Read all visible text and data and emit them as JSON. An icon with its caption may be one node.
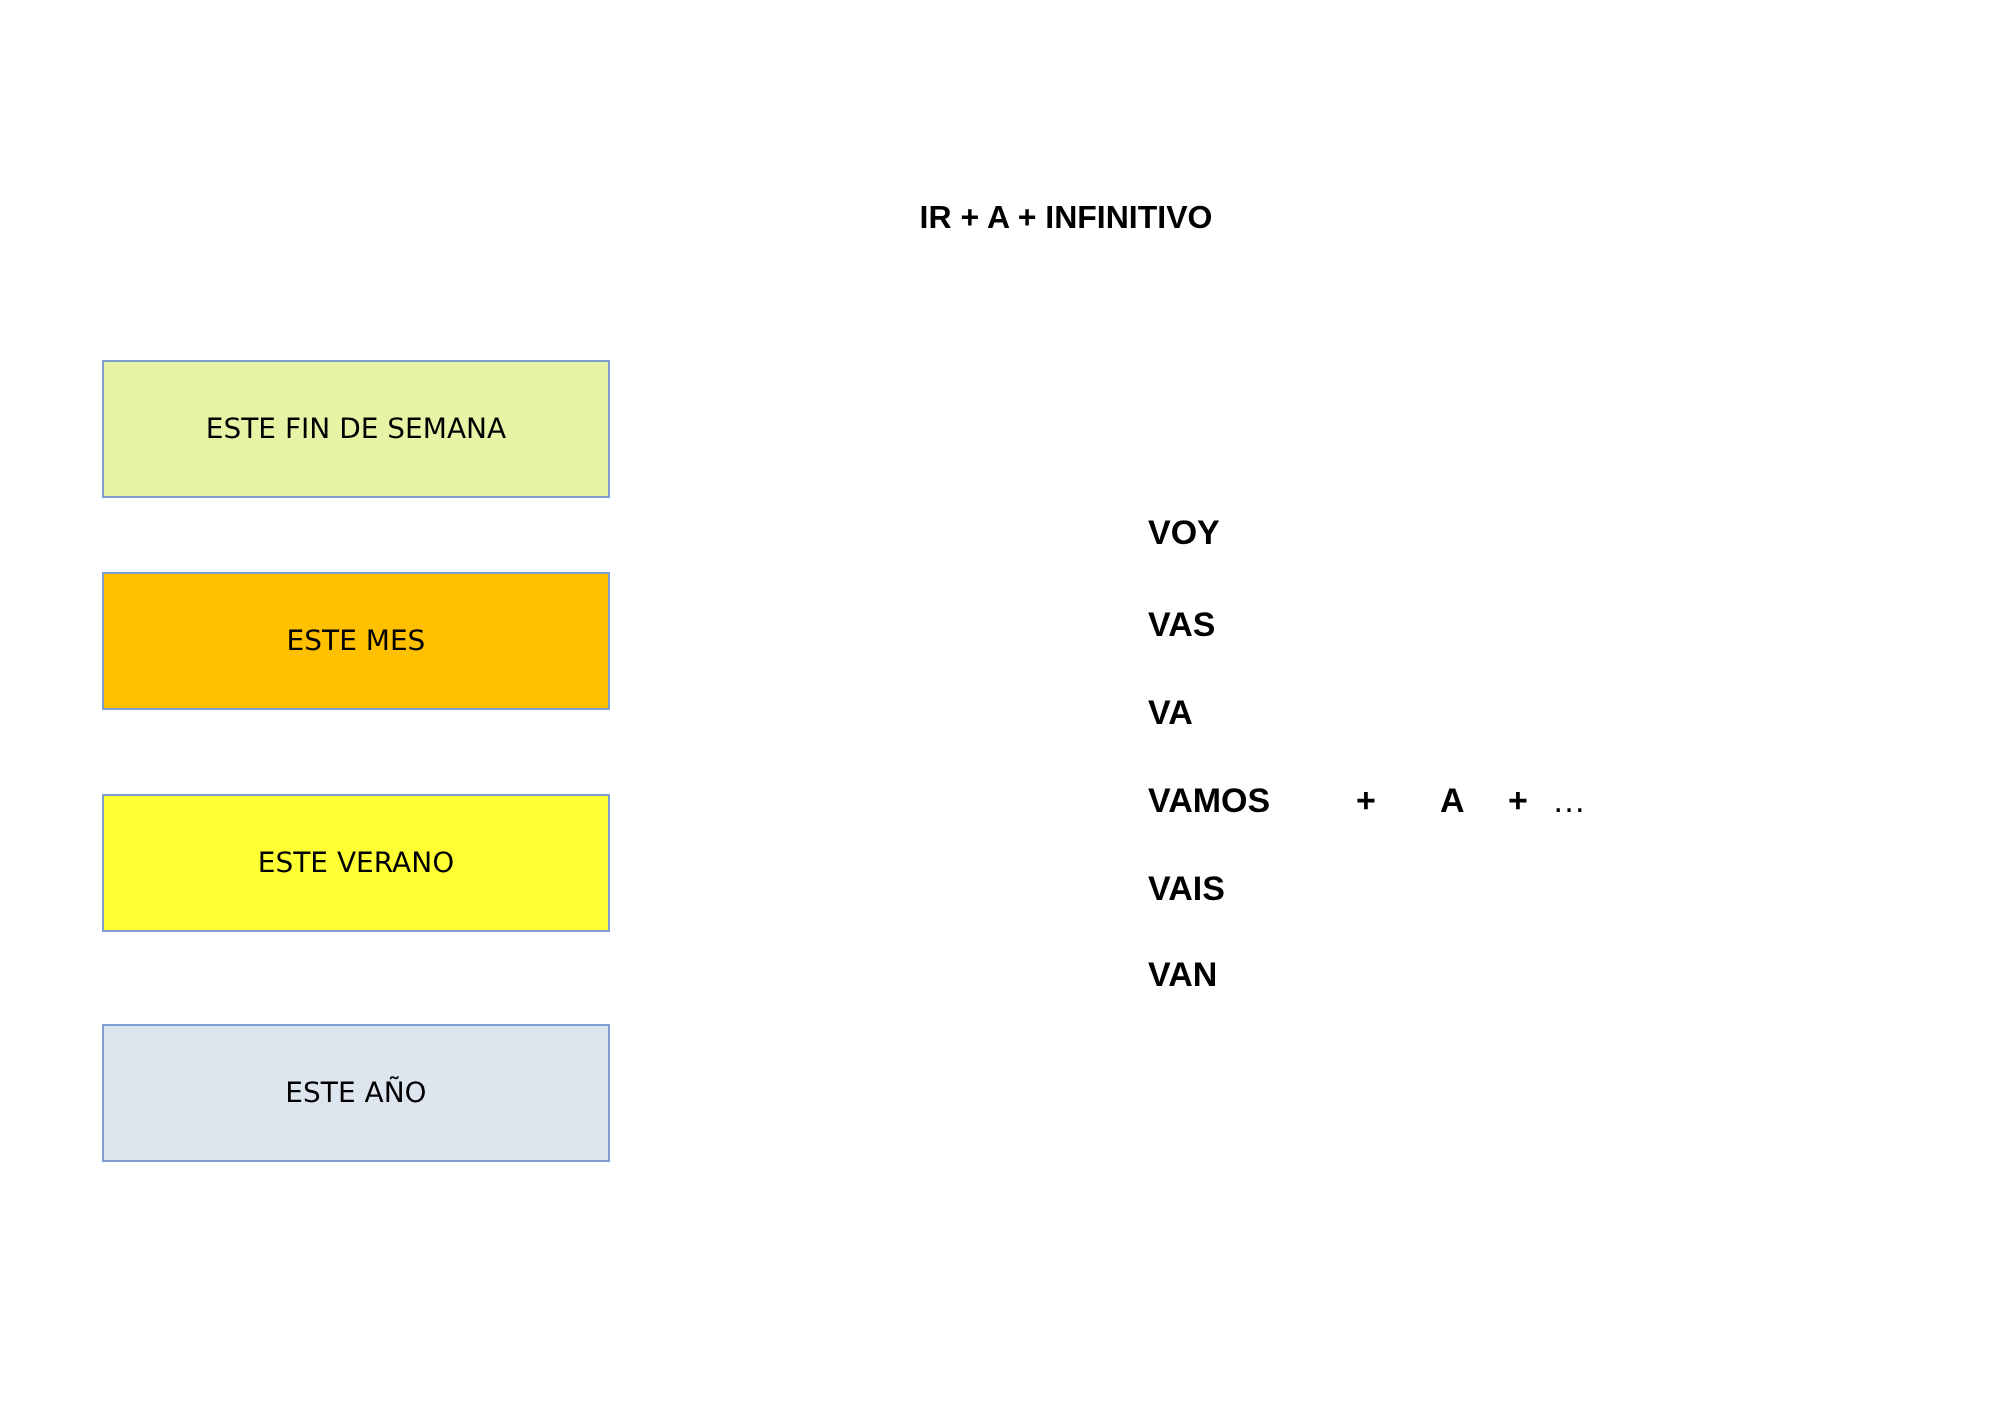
{
  "diagram": {
    "title": "IR + A + INFINITIVO",
    "nodes": [
      {
        "text": [
          "ESTE FIN DE SEMANA"
        ]
      },
      {
        "text": [
          "ESTE MES"
        ]
      },
      {
        "text": [
          "ESTE VERANO"
        ]
      },
      {
        "text": [
          "ESTE AÑO"
        ]
      }
    ],
    "labels": [
      "VOY",
      "VAS",
      "VA",
      "VAMOS",
      "+",
      "A",
      "+",
      "…",
      "VAIS",
      "VAN"
    ]
  }
}
